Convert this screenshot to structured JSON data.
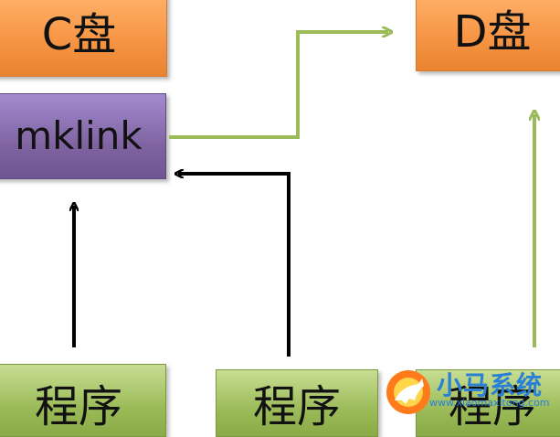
{
  "boxes": {
    "c_drive": "C盘",
    "d_drive": "D盘",
    "mklink": "mklink",
    "program_1": "程序",
    "program_2": "程序",
    "program_3": "程序"
  },
  "watermark": {
    "title": "小马系统",
    "url": "www.xiaomaxitong.com"
  },
  "colors": {
    "orange": "#f79646",
    "purple": "#8064a2",
    "green": "#9bbb59",
    "arrow_green": "#9bbb59",
    "arrow_black": "#000000"
  }
}
